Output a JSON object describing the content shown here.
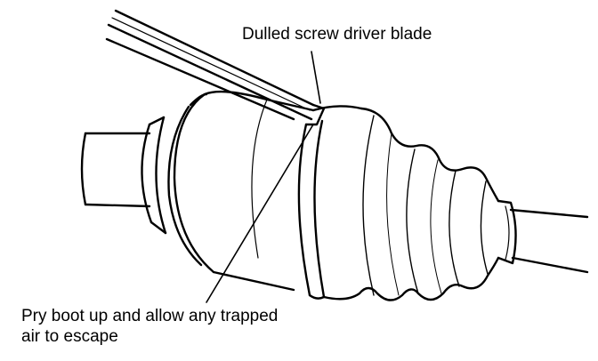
{
  "labels": {
    "top": "Dulled screw driver blade",
    "bottom_line1": "Pry boot up and allow any trapped",
    "bottom_line2": "air to escape"
  }
}
